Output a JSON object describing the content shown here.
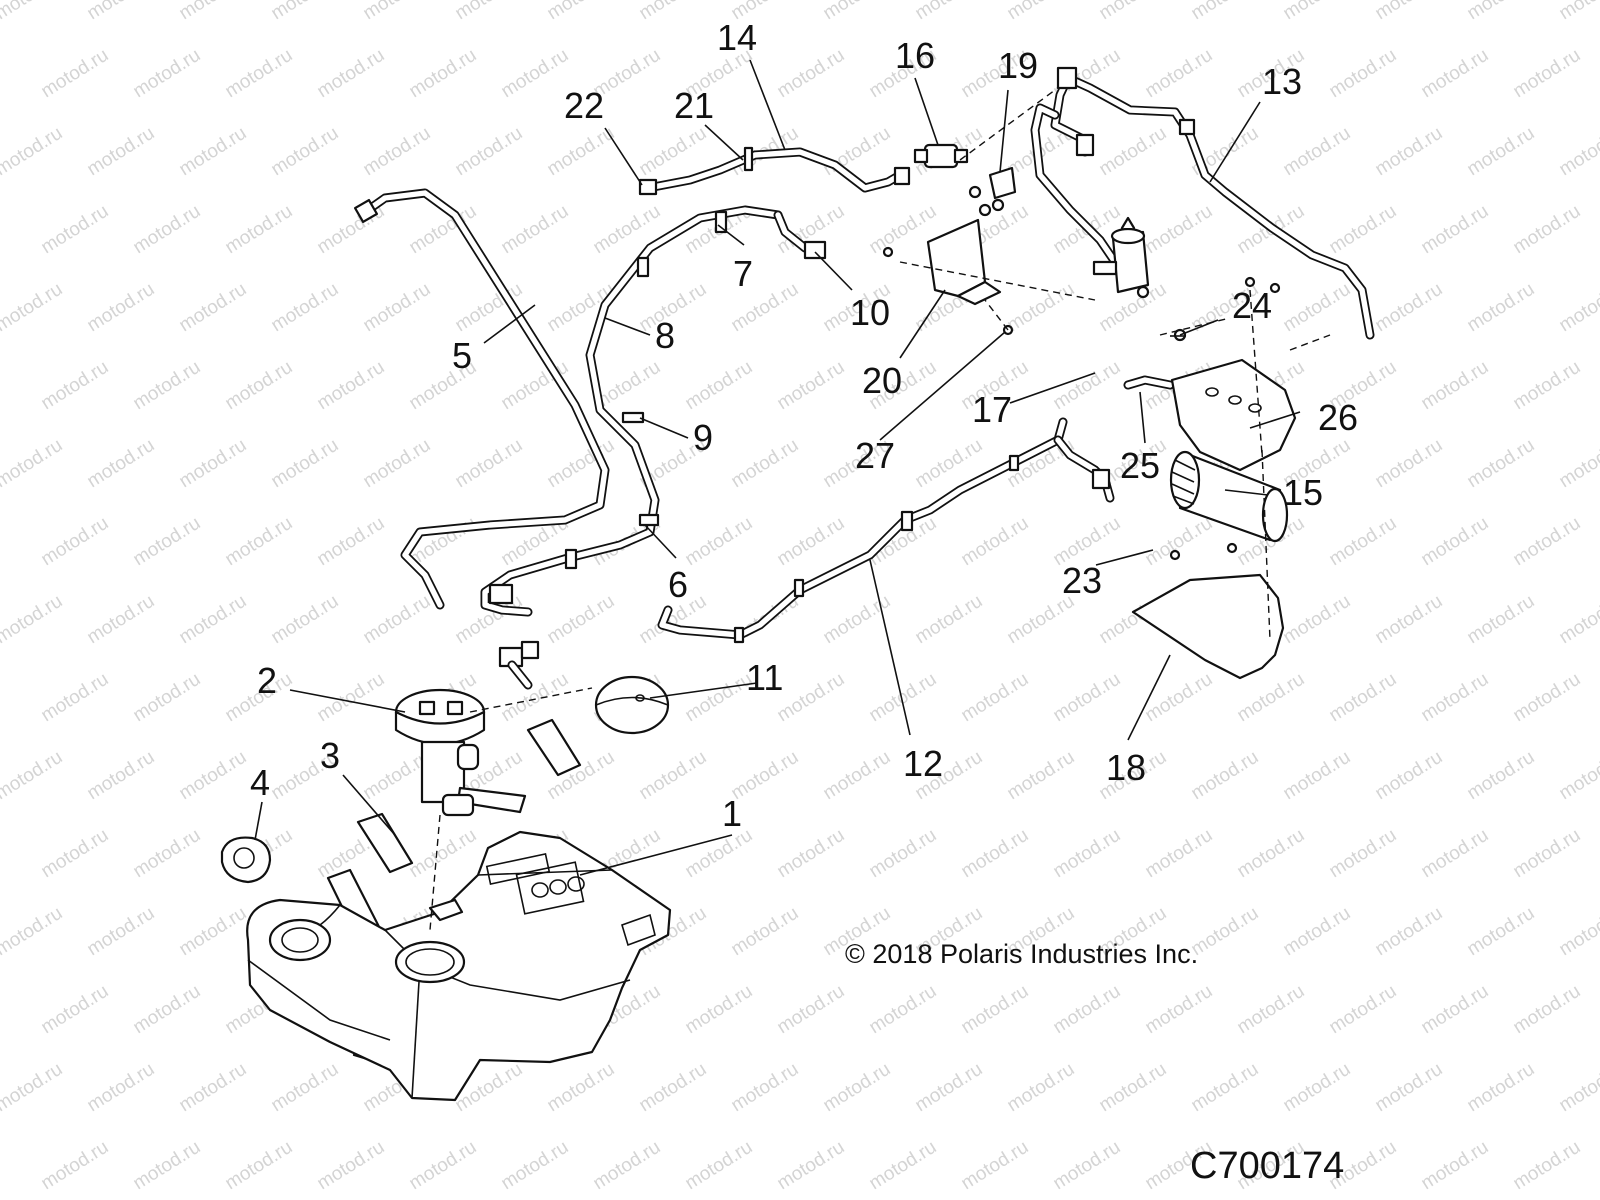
{
  "watermark": "motod.ru",
  "copyright": "© 2018 Polaris Industries Inc.",
  "figure_id": "C700174",
  "callouts": {
    "p1": "1",
    "p2": "2",
    "p3": "3",
    "p4": "4",
    "p5": "5",
    "p6": "6",
    "p7": "7",
    "p8": "8",
    "p9": "9",
    "p10": "10",
    "p11": "11",
    "p12": "12",
    "p13": "13",
    "p14": "14",
    "p15": "15",
    "p16": "16",
    "p17": "17",
    "p18": "18",
    "p19": "19",
    "p20": "20",
    "p21": "21",
    "p22": "22",
    "p23": "23",
    "p24": "24",
    "p25": "25",
    "p26": "26",
    "p27": "27"
  },
  "colors": {
    "line": "#111111",
    "background": "#ffffff",
    "watermark": "#d4d4d4"
  }
}
